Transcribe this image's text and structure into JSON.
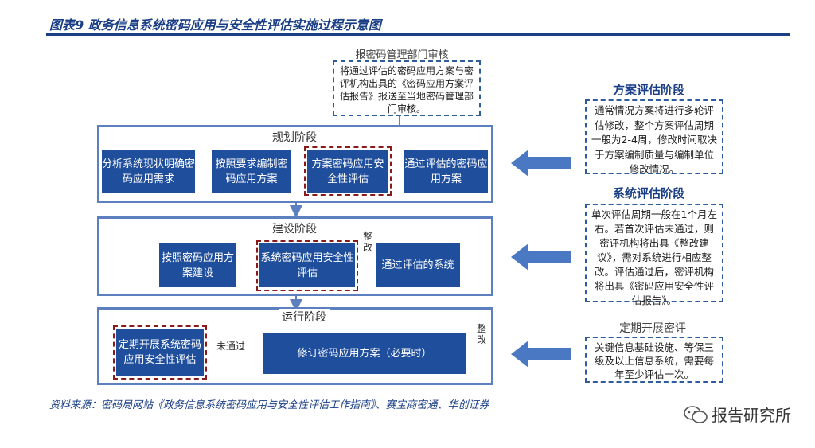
{
  "title": "图表9 政务信息系统密码应用与安全性评估实施过程示意图",
  "source": "资料来源：密码局网站《政务信息系统密码应用与安全性评估工作指南》、赛宝商密通、华创证券",
  "watermark": "报告研究所",
  "top_note": {
    "header": "报密码管理部门审核",
    "text": "将通过评估的密码应用方案与密评机构出具的《密码应用方案评估报告》报送至当地密码管理部门审核。"
  },
  "planning": {
    "label": "规划阶段",
    "boxes": [
      "分析系统现状明确密码应用需求",
      "按照要求编制密码应用方案",
      "方案密码应用安全性评估",
      "通过评估的密码应用方案"
    ]
  },
  "construction": {
    "label": "建设阶段",
    "boxes": [
      "按照密码应用方案建设",
      "系统密码应用安全性评估",
      "通过评估的系统"
    ],
    "loop": "整改"
  },
  "operation": {
    "label": "运行阶段",
    "boxes": [
      "定期开展系统密码应用安全性评估",
      "修订密码应用方案（必要时）"
    ],
    "fail": "未通过",
    "loop": "整改"
  },
  "right": {
    "scheme_title": "方案评估阶段",
    "scheme_text": "通常情况方案将进行多轮评估修改，整个方案评估周期一般为2-4周，修改时间取决于方案编制质量与编制单位修改情况。",
    "system_title": "系统评估阶段",
    "system_text": "单次评估周期一般在1个月左右。若首次评估未通过，则密评机构将出具《整改建议》，需对系统进行相应整改。评估通过后，密评机构将出具《密码应用安全性评估报告》。",
    "periodic_title": "定期开展密评",
    "periodic_text": "关键信息基础设施、等保三级及以上信息系统，需要每年至少评估一次。"
  }
}
